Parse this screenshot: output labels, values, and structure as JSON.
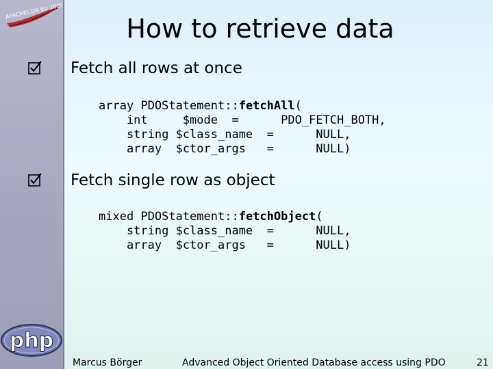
{
  "slide": {
    "title": "How to retrieve data",
    "logo_text": "APACHECON EU 2005",
    "bullets": [
      {
        "text": "Fetch all rows at once",
        "code_lines": [
          {
            "prefix": "array PDOStatement::",
            "fn": "fetchAll",
            "suffix": "("
          },
          {
            "prefix": "    int     $mode  =      PDO_FETCH_BOTH,",
            "fn": "",
            "suffix": ""
          },
          {
            "prefix": "    string $class_name  =      NULL,",
            "fn": "",
            "suffix": ""
          },
          {
            "prefix": "    array  $ctor_args   =      NULL)",
            "fn": "",
            "suffix": ""
          }
        ]
      },
      {
        "text": "Fetch single row as object",
        "code_lines": [
          {
            "prefix": "mixed PDOStatement::",
            "fn": "fetchObject",
            "suffix": "("
          },
          {
            "prefix": "    string $class_name  =      NULL,",
            "fn": "",
            "suffix": ""
          },
          {
            "prefix": "    array  $ctor_args   =      NULL)",
            "fn": "",
            "suffix": ""
          }
        ]
      }
    ],
    "footer": {
      "author": "Marcus Börger",
      "title": "Advanced Object Oriented Database access using PDO",
      "page": "21"
    },
    "php_logo_text": "php"
  }
}
